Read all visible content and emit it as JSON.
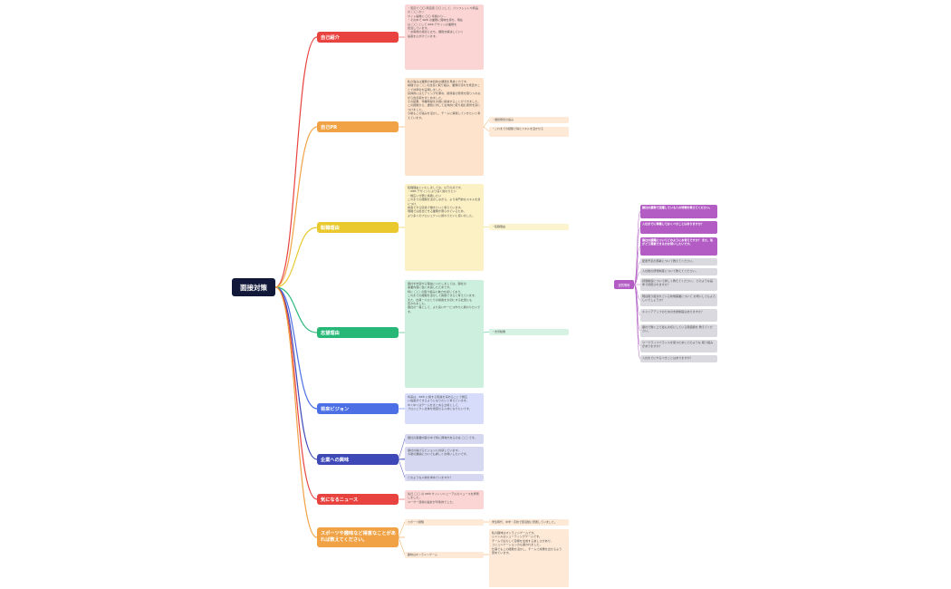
{
  "root": {
    "label": "面接対策"
  },
  "branches": [
    {
      "label": "自己紹介",
      "color": "#e8433f"
    },
    {
      "label": "自己PR",
      "color": "#f0a244"
    },
    {
      "label": "転職理由",
      "color": "#e9c92e"
    },
    {
      "label": "志望理由",
      "color": "#27b878"
    },
    {
      "label": "将来ビジョン",
      "color": "#4c6fe6"
    },
    {
      "label": "企業への興味",
      "color": "#3e49b7"
    },
    {
      "label": "気になるニュース",
      "color": "#e8433f"
    },
    {
      "label": "スポーツや趣味など得意なことがあれば教えてください。",
      "color": "#f0a244"
    }
  ],
  "boxes": {
    "intro": "・東京で 〇〇 商店街 〇〇 として、パンフレットや商品の ◯◯ のリ\nサイト開発に 〇〇 年携わり...\n・その中で web の業務に興味を持ち、現在\nは ◯◯ として web デザインの業務を\n担当しています。\n・お客様の視点に立ち、課題を解決していく\n提案を心がけています。",
    "pr": "私の強みは業務の本質的な課題を見抜く力です。\n前職では ◯◯ の改善に取り組み、業務の流れを見直すことで効率化を実現しました。\n具体的にはヒアリングを重ね、関係者の意見を取り入れながら改善案をまとめました。\nその結果、作業時間を大幅に削減することができました。\nこの経験から、課題に対して主体的に取り組む姿勢を身につけました。\n今後もこの強みを活かし、チームに貢献していきたいと考えています。",
    "reason_change": "転職理由といたしましては、以下の点です。\n・web デザインにより深く関わりたい\n・幅広い分野に挑戦したい\nこれまでの経験を活かしながら、より専門的なスキルを身につけ、\n成長できる環境で働きたいと考えています。\n現職では担当できる業務が限られているため、\nより多くのプロジェクトに携わりたいと思いました。",
    "reason_apply": "御社を志望する理由といたしましては、御社の\n事業内容に強く共感したためです。\n特に ◯◯ の取り組みに魅力を感じており、\nこれまでの経験を活かして貢献できると考えています。\nまた、社員一人ひとりの成長を大切にする社風にも\n惹かれました。\n御社の一員として、より良いサービス作りに携わりたいです。",
    "vision": "将来は、web に関する知識を深めることで幅広\nい提案ができるようになりたいと考えています。\nゆくゆくはチームをまとめる立場として、\nプロジェクト全体を見渡せる人材になりたいです。",
    "interest1": "御社の事業内容の中で特に興味があるのは ◯◯ です。",
    "interest2": "御社の掲げるビジョンに共感しています。\n今後の展開についても詳しくお伺いしたいです。",
    "interest3": "どのような人物を求めていますか？",
    "news": "先日 ◯◯ の web サイトリニューアルのニュースを拝見しました。\nユーザー目線の設計が印象的でした。",
    "hobby": "私の趣味はオンラインゲームです。\nジャンルはシューティングゲームです。\nチームで協力して目標を達成する楽しさがあり、\nコミュニケーション力も養われました。\n仕事でもこの経験を活かし、チームで成果を出せるよう\n努めています。"
  },
  "subs": {
    "pr1": "・課題発見の強み",
    "pr2": "・これまでの経験で得たスキルを活かせる",
    "change1": "・転職理由",
    "apply1": "・志望動機",
    "hobby1": "スポーツ経験",
    "hobby2": "趣味はオンラインゲーム",
    "hobby_result": "学生時代、中学・高校で部活動に所属していました。"
  },
  "questions": {
    "label": "逆質問例",
    "items": [
      "御社の業務で活躍している人の特徴を教えてください。",
      "入社までに準備しておくべきことはありますか？",
      "御社の課題についてどのようにお考えですか？\nまた、私がどう貢献できるかお伺いしたいです。",
      "配属予定の部署について教えてください。",
      "入社後の研修制度について教えてください。",
      "評価制度について詳しく教えてください。\nどのような基準で評価されますか？",
      "現在取り組まれている新規事業について\nお伺いしてもよろしいでしょうか？",
      "キャリアアップのための支援制度はありますか？",
      "御社で働く上で最も大切にしている価値観を\n教えてください。",
      "ワークライフバランスを保つためにどのような\n取り組みがありますか？",
      "入社までにやるべきことはありますか？"
    ]
  }
}
